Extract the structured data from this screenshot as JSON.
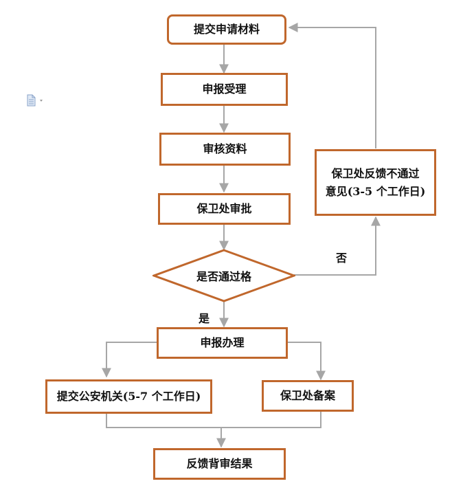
{
  "flowchart": {
    "nodes": {
      "submit": "提交申请材料",
      "accept": "申报受理",
      "review": "审核资料",
      "approve": "保卫处审批",
      "decision": "是否通过格",
      "process": "申报办理",
      "police": "提交公安机关(5-7 个工作日)",
      "record": "保卫处备案",
      "result": "反馈背审结果",
      "feedback_line1": "保卫处反馈不通过",
      "feedback_line2": "意见(3-5 个工作日)"
    },
    "edge_labels": {
      "no": "否",
      "yes": "是"
    }
  },
  "colors": {
    "box_border": "#c0672c",
    "connector": "#a6a6a6"
  },
  "icons": {
    "toolbar": "document-icon"
  }
}
